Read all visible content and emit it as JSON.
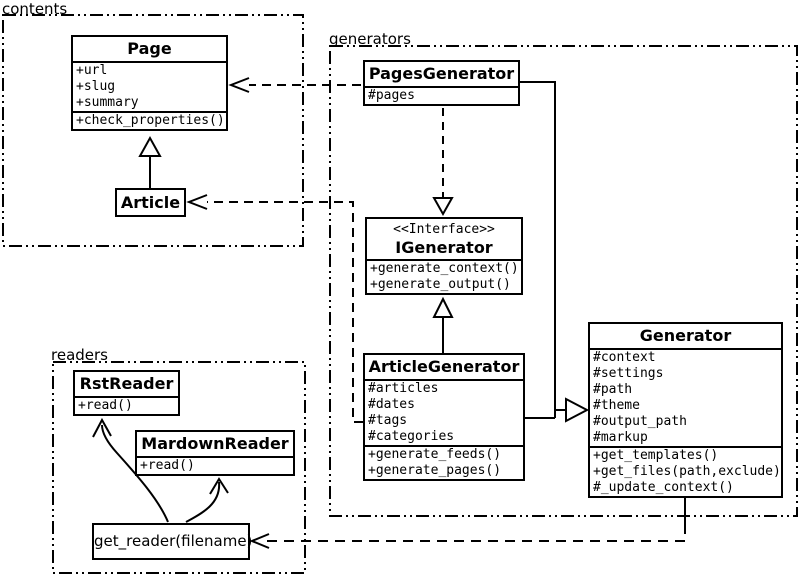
{
  "packages": {
    "contents": {
      "label": "contents"
    },
    "generators": {
      "label": "generators"
    },
    "readers": {
      "label": "readers"
    }
  },
  "classes": {
    "page": {
      "name": "Page",
      "attributes": [
        "+url",
        "+slug",
        "+summary"
      ],
      "methods": [
        "+check_properties()"
      ]
    },
    "article": {
      "name": "Article"
    },
    "pages_generator": {
      "name": "PagesGenerator",
      "attributes": [
        "#pages"
      ]
    },
    "igenerator": {
      "stereotype": "<<Interface>>",
      "name": "IGenerator",
      "methods": [
        "+generate_context()",
        "+generate_output()"
      ]
    },
    "article_generator": {
      "name": "ArticleGenerator",
      "attributes": [
        "#articles",
        "#dates",
        "#tags",
        "#categories"
      ],
      "methods": [
        "+generate_feeds()",
        "+generate_pages()"
      ]
    },
    "generator": {
      "name": "Generator",
      "attributes": [
        "#context",
        "#settings",
        "#path",
        "#theme",
        "#output_path",
        "#markup"
      ],
      "methods": [
        "+get_templates()",
        "+get_files(path,exclude)",
        "#_update_context()"
      ]
    },
    "rst_reader": {
      "name": "RstReader",
      "methods": [
        "+read()"
      ]
    },
    "markdown_reader": {
      "name": "MardownReader",
      "methods": [
        "+read()"
      ]
    },
    "get_reader": {
      "label": "get_reader(filename)"
    }
  },
  "relations": [
    {
      "from": "PagesGenerator",
      "to": "Page",
      "type": "dashed-dependency"
    },
    {
      "from": "ArticleGenerator",
      "to": "Article",
      "type": "dashed-dependency"
    },
    {
      "from": "PagesGenerator",
      "to": "IGenerator",
      "type": "dashed-realization"
    },
    {
      "from": "ArticleGenerator",
      "to": "IGenerator",
      "type": "generalization"
    },
    {
      "from": "Article",
      "to": "Page",
      "type": "generalization"
    },
    {
      "from": "PagesGenerator",
      "to": "Generator",
      "type": "generalization"
    },
    {
      "from": "ArticleGenerator",
      "to": "Generator",
      "type": "generalization"
    },
    {
      "from": "Generator",
      "to": "get_reader(filename)",
      "type": "dashed-dependency"
    },
    {
      "from": "get_reader(filename)",
      "to": "RstReader",
      "type": "curved-arrow"
    },
    {
      "from": "get_reader(filename)",
      "to": "MardownReader",
      "type": "curved-arrow"
    }
  ],
  "colors": {
    "line": "#000000",
    "background": "#ffffff"
  }
}
